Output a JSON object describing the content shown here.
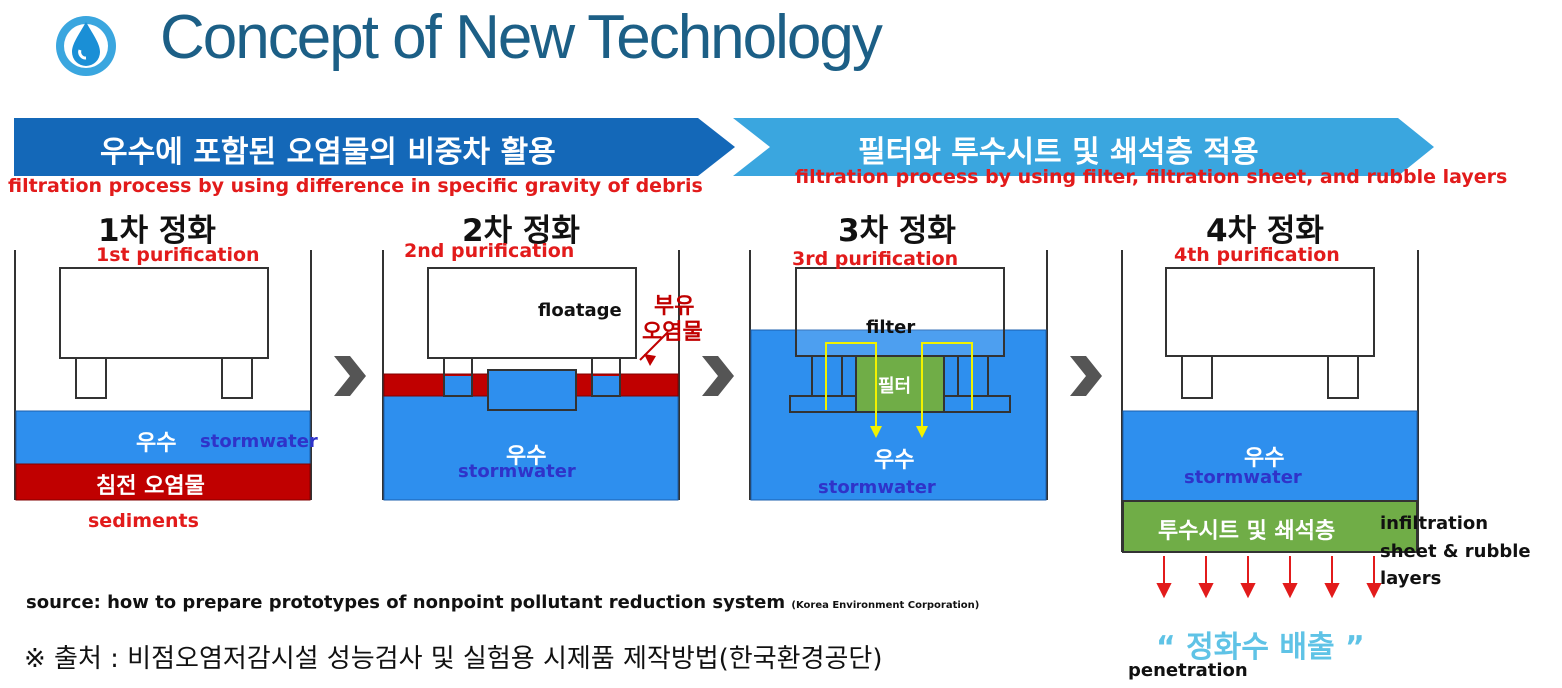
{
  "header": {
    "title": "Concept of New Technology",
    "icon": "water-drop-icon"
  },
  "banners": [
    {
      "ko": "우수에 포함된 오염물의 비중차 활용",
      "en": "filtration process by using difference in specific gravity of debris"
    },
    {
      "ko": "필터와 투수시트 및 쇄석층 적용",
      "en": "filtration process by using filter, filtration sheet, and rubble layers"
    }
  ],
  "stages": [
    {
      "ko": "1차 정화",
      "en": "1st purification"
    },
    {
      "ko": "2차 정화",
      "en": "2nd purification"
    },
    {
      "ko": "3차 정화",
      "en": "3rd purification"
    },
    {
      "ko": "4차 정화",
      "en": "4th purification"
    }
  ],
  "labels": {
    "water_ko": "우수",
    "stormwater": "stormwater",
    "sediments_ko": "침전 오염물",
    "sediments_en": "sediments",
    "floatage_en": "floatage",
    "floatage_ko_1": "부유",
    "floatage_ko_2": "오염물",
    "filter_en": "filter",
    "filter_ko": "필터",
    "layer_ko": "투수시트 및 쇄석층",
    "layer_en_1": "infiltration",
    "layer_en_2": "sheet & rubble",
    "layer_en_3": "layers",
    "discharge_ko": "“ 정화수 배출 ”",
    "penetration_en": "penetration"
  },
  "source": {
    "en": "source: how to prepare prototypes of  nonpoint pollutant reduction system",
    "en_small": "(Korea Environment Corporation)",
    "ko": "※ 출처 : 비점오염저감시설 성능검사 및 실험용 시제품 제작방법(한국환경공단)"
  },
  "colors": {
    "title": "#1c5f86",
    "banner_dark": "#1468b8",
    "banner_light": "#3aa6df",
    "water": "#2e8fee",
    "sediment": "#c00000",
    "filter_green": "#70ad47",
    "arrow_red": "#e21b1b",
    "yellow_flow": "#f2f200"
  }
}
